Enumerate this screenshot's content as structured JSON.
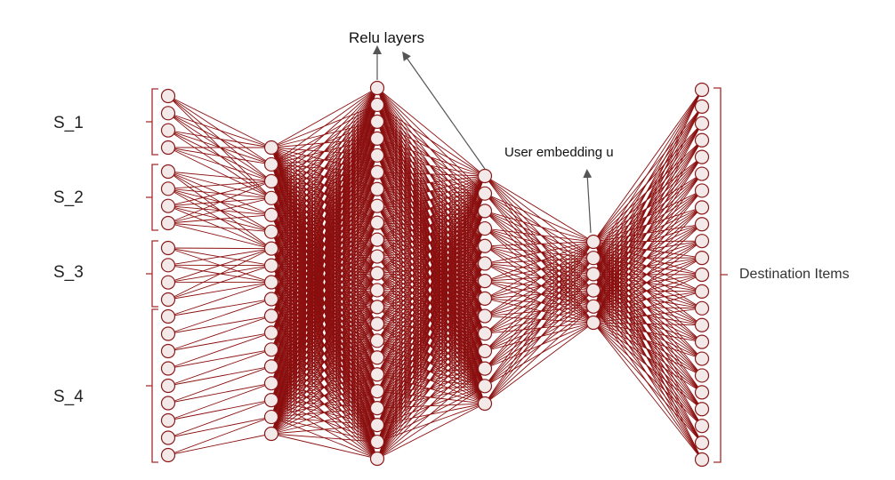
{
  "diagram": {
    "input_groups": [
      {
        "label": "S_1",
        "node_count": 4
      },
      {
        "label": "S_2",
        "node_count": 4
      },
      {
        "label": "S_3",
        "node_count": 4
      },
      {
        "label": "S_4",
        "node_count": 9
      }
    ],
    "layers": [
      {
        "role": "inputs",
        "node_count": 21
      },
      {
        "role": "hidden-1",
        "node_count": 18
      },
      {
        "role": "hidden-2",
        "node_count": 23
      },
      {
        "role": "hidden-3",
        "node_count": 14
      },
      {
        "role": "user-embedding",
        "node_count": 6
      },
      {
        "role": "outputs",
        "node_count": 23
      }
    ],
    "annotations": {
      "relu": "Relu layers",
      "user_embedding": "User embedding u",
      "destination": "Destination Items"
    },
    "colors": {
      "edge": "#8b0f0f",
      "node_fill": "#f3e9e9",
      "node_stroke": "#8b1a1a",
      "bracket": "#a52a2a",
      "arrow": "#555555"
    }
  }
}
